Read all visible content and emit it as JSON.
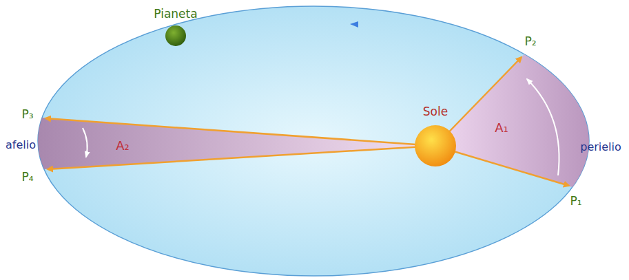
{
  "diagram": {
    "labels": [
      "Pianeta",
      "Sole",
      "P₂",
      "A₁",
      "perielio",
      "P₁",
      "P₃",
      "afelio",
      "A₂",
      "P₄"
    ]
  }
}
